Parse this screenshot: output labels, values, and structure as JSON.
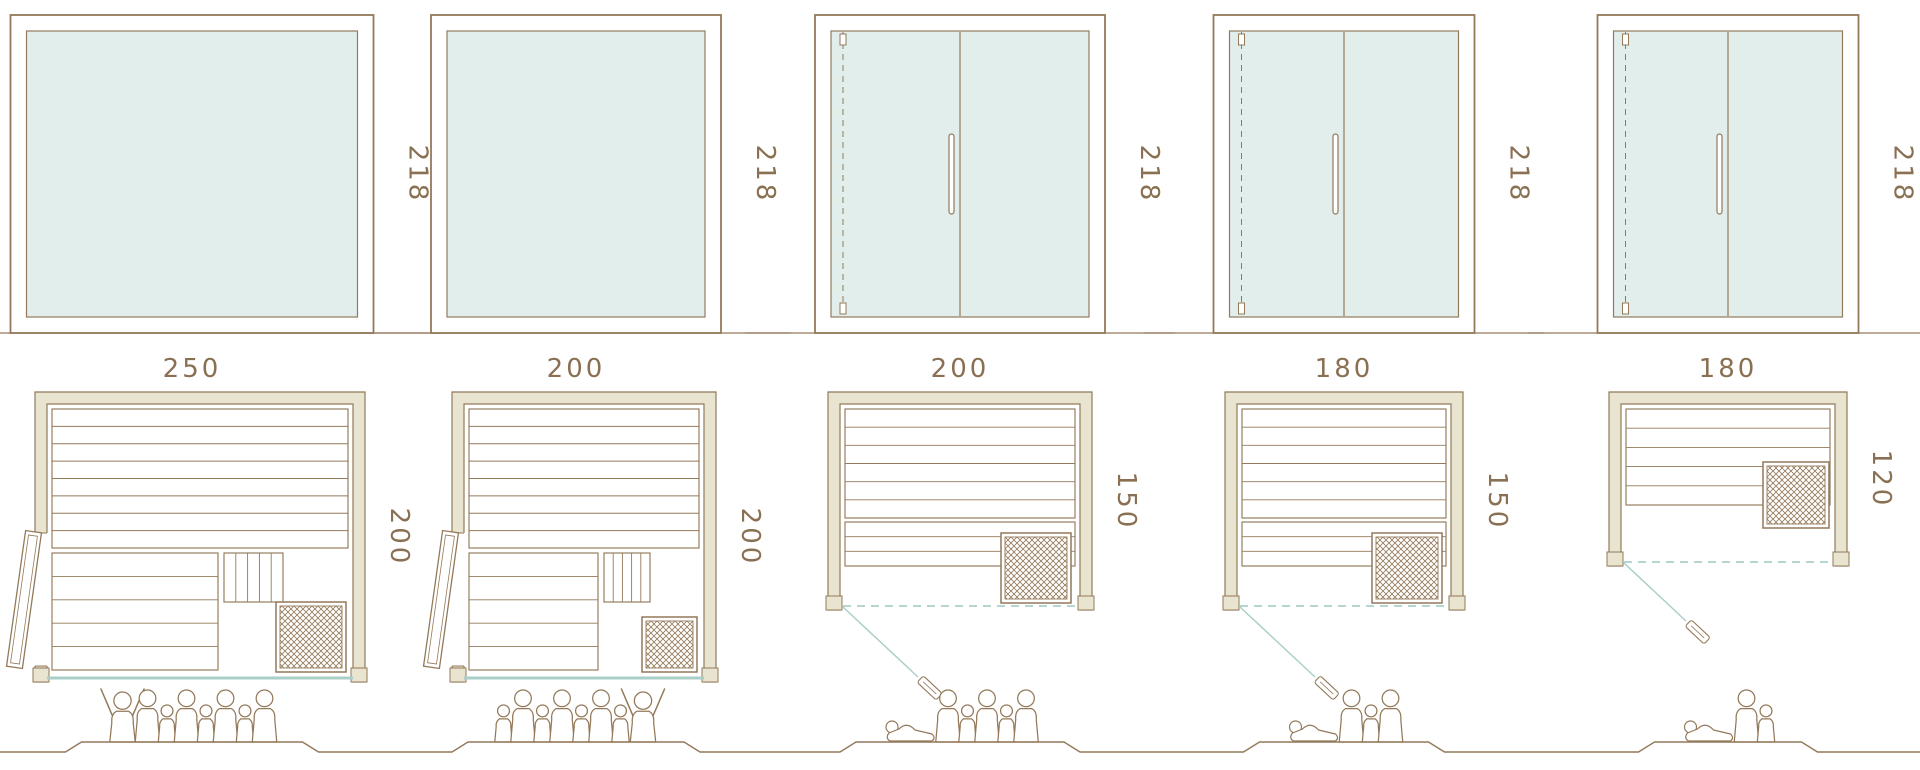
{
  "colors": {
    "line": "#93795a",
    "text": "#8a7053",
    "glass": "#e1eeec",
    "wall": "#e8e4cf",
    "accent": "#aacfc9",
    "figure_fill": "#ffffff",
    "background": "#ffffff"
  },
  "columns": [
    {
      "name": "250x200",
      "front_width_cm": "250",
      "height_cm": "218",
      "depth_cm": "200",
      "front_type": "fixed-glass",
      "plan_type": "lounge-side-door",
      "people": [
        "arms-up",
        "adult",
        "child",
        "adult",
        "child",
        "adult",
        "child",
        "adult"
      ]
    },
    {
      "name": "200x200",
      "front_width_cm": "200",
      "height_cm": "218",
      "depth_cm": "200",
      "front_type": "fixed-glass",
      "plan_type": "lounge-side-door",
      "people": [
        "child",
        "adult",
        "child",
        "adult",
        "child",
        "adult",
        "child",
        "arms-up"
      ]
    },
    {
      "name": "200x150",
      "front_width_cm": "200",
      "height_cm": "218",
      "depth_cm": "150",
      "front_type": "double-glass-door",
      "plan_type": "front-door",
      "people": [
        "reclining",
        "adult",
        "child",
        "adult",
        "child",
        "adult"
      ]
    },
    {
      "name": "180x150",
      "front_width_cm": "180",
      "height_cm": "218",
      "depth_cm": "150",
      "front_type": "double-glass-door",
      "plan_type": "front-door",
      "people": [
        "reclining",
        "adult",
        "child",
        "adult"
      ]
    },
    {
      "name": "180x120",
      "front_width_cm": "180",
      "height_cm": "218",
      "depth_cm": "120",
      "front_type": "double-glass-door",
      "plan_type": "front-door-compact",
      "people": [
        "reclining",
        "adult",
        "child"
      ]
    }
  ]
}
